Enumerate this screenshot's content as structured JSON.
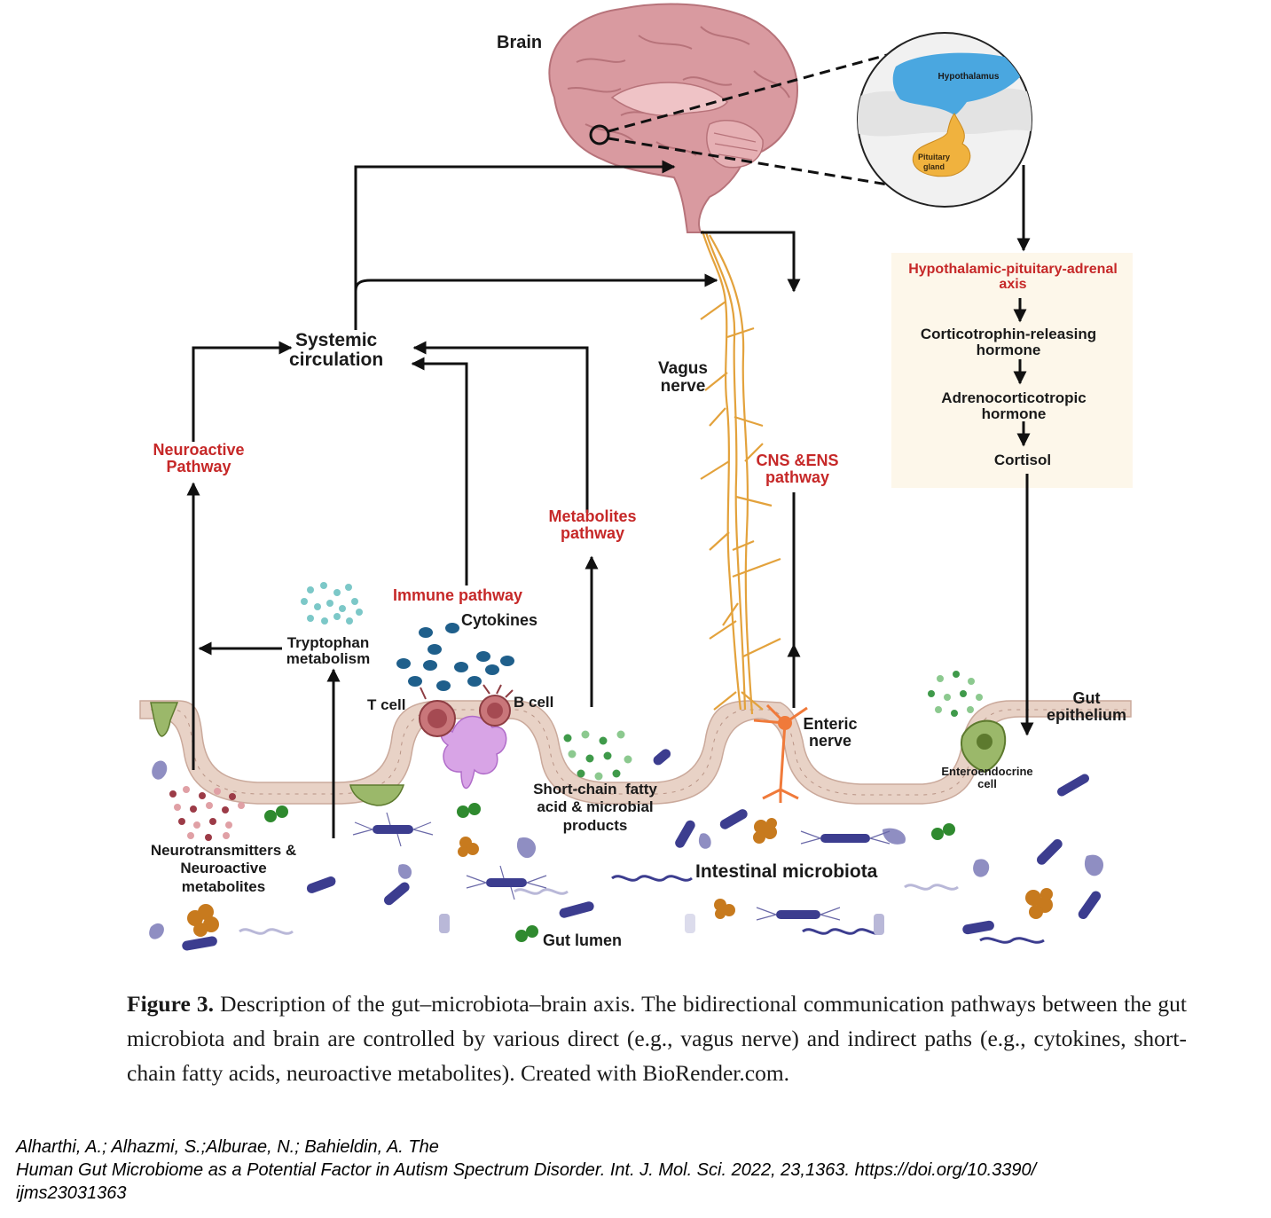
{
  "labels": {
    "brain": "Brain",
    "hypothalamus": "Hypothalamus",
    "pituitary_line1": "Pituitary",
    "pituitary_line2": "gland",
    "systemic_line1": "Systemic",
    "systemic_line2": "circulation",
    "vagus_line1": "Vagus",
    "vagus_line2": "nerve",
    "hpa_line1": "Hypothalamic-pituitary-adrenal",
    "hpa_line2": "axis",
    "crh_line1": "Corticotrophin-releasing",
    "crh_line2": "hormone",
    "acth_line1": "Adrenocorticotropic",
    "acth_line2": "hormone",
    "cortisol": "Cortisol",
    "neuroactive_line1": "Neuroactive",
    "neuroactive_line2": "Pathway",
    "cns_ens_line1": "CNS &ENS",
    "cns_ens_line2": "pathway",
    "metabolites_line1": "Metabolites",
    "metabolites_line2": "pathway",
    "immune": "Immune pathway",
    "cytokines": "Cytokines",
    "tryptophan_line1": "Tryptophan",
    "tryptophan_line2": "metabolism",
    "tcell": "T cell",
    "bcell": "B cell",
    "gut_epi_line1": "Gut",
    "gut_epi_line2": "epithelium",
    "enteric_line1": "Enteric",
    "enteric_line2": "nerve",
    "enteroendocrine_line1": "Enteroendocrine",
    "enteroendocrine_line2": "cell",
    "scfa_line1": "Short-chain  fatty",
    "scfa_line2": "acid & microbial",
    "scfa_line3": "products",
    "neurotransmitters_line1": "Neurotransmitters &",
    "neurotransmitters_line2": "Neuroactive",
    "neurotransmitters_line3": "metabolites",
    "microbiota": "Intestinal microbiota",
    "gut_lumen": "Gut lumen"
  },
  "caption": {
    "figure_label": "Figure 3.",
    "text": " Description of the gut–microbiota–brain axis. The bidirectional communication pathways between the gut microbiota and brain are controlled by various direct (e.g., vagus nerve) and indirect paths (e.g., cytokines, short-chain fatty acids, neuroactive metabolites). Created with BioRender.com."
  },
  "citation": {
    "line1": "Alharthi, A.; Alhazmi, S.;Alburae, N.; Bahieldin, A. The",
    "line2": "Human Gut Microbiome as a Potential Factor in Autism Spectrum Disorder. Int. J. Mol. Sci. 2022, 23,1363. https://doi.org/10.3390/",
    "line3": "ijms23031363"
  },
  "colors": {
    "pathway_red": "#c62828",
    "brain_pink": "#d99aa0",
    "nerve_orange": "#e3a23c",
    "epithelium": "#e8d2c6",
    "hpa_box": "#fdf7ea",
    "hypothalamus_blue": "#4aa7e0",
    "pituitary_orange": "#f0b23e",
    "bacteria_purple": "#3c3d8f"
  }
}
